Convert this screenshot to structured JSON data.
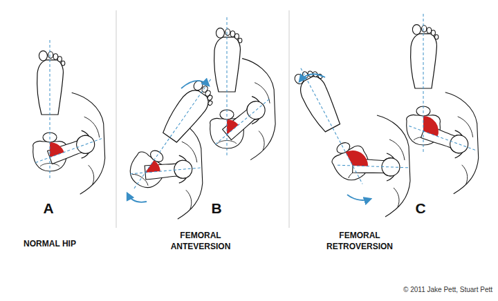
{
  "diagram": {
    "labels": [
      "A",
      "B",
      "C",
      "NORMAL HIP",
      "FEMORAL ANTEVERSION",
      "FEMORAL RETROVERSION",
      "© 2011 Jake Pett, Stuart Pett"
    ]
  }
}
